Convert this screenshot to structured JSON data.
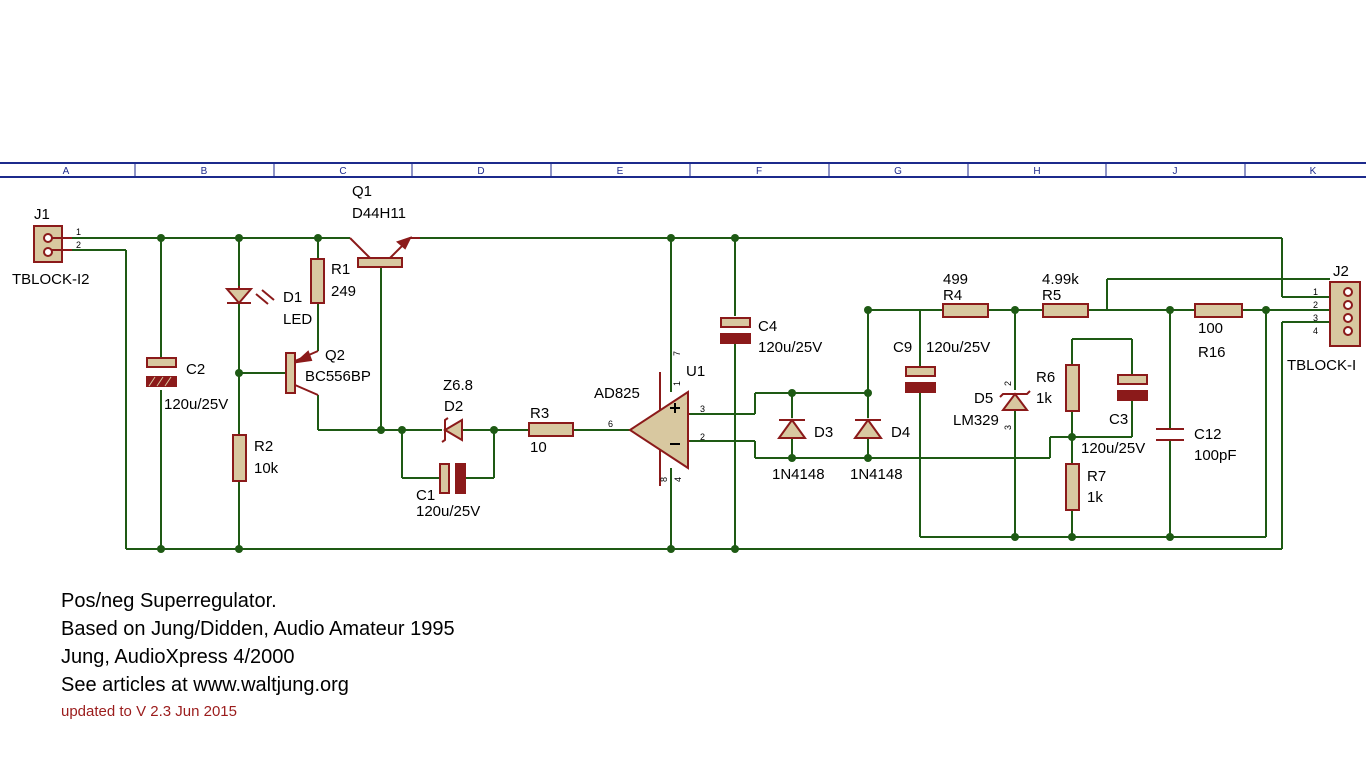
{
  "colors": {
    "wire": "#1e5a14",
    "part": "#8b1a1a",
    "fill": "#d8c8a0",
    "border": "#1c2a8c"
  },
  "columns": [
    "A",
    "B",
    "C",
    "D",
    "E",
    "F",
    "G",
    "H",
    "J",
    "K"
  ],
  "components": {
    "J1": {
      "ref": "J1",
      "type": "TBLOCK-I2",
      "pins": [
        "1",
        "2"
      ]
    },
    "J2": {
      "ref": "J2",
      "type": "TBLOCK-I",
      "pins": [
        "1",
        "2",
        "3",
        "4"
      ]
    },
    "Q1": {
      "ref": "Q1",
      "value": "D44H11"
    },
    "Q2": {
      "ref": "Q2",
      "value": "BC556BP"
    },
    "R1": {
      "ref": "R1",
      "value": "249"
    },
    "R2": {
      "ref": "R2",
      "value": "10k"
    },
    "R3": {
      "ref": "R3",
      "value": "10"
    },
    "R4": {
      "ref": "R4",
      "value": "499"
    },
    "R5": {
      "ref": "R5",
      "value": "4.99k"
    },
    "R6": {
      "ref": "R6",
      "value": "1k"
    },
    "R7": {
      "ref": "R7",
      "value": "1k"
    },
    "R16": {
      "ref": "R16",
      "value": "100"
    },
    "D1": {
      "ref": "D1",
      "value": "LED"
    },
    "D2": {
      "ref": "D2",
      "value": "Z6.8"
    },
    "D3": {
      "ref": "D3",
      "value": "1N4148"
    },
    "D4": {
      "ref": "D4",
      "value": "1N4148"
    },
    "D5": {
      "ref": "D5",
      "value": "LM329"
    },
    "C1": {
      "ref": "C1",
      "value": "120u/25V"
    },
    "C2": {
      "ref": "C2",
      "value": "120u/25V"
    },
    "C3": {
      "ref": "C3",
      "value": "120u/25V"
    },
    "C4": {
      "ref": "C4",
      "value": "120u/25V"
    },
    "C9": {
      "ref": "C9",
      "value": "120u/25V"
    },
    "C12": {
      "ref": "C12",
      "value": "100pF"
    },
    "U1": {
      "ref": "U1",
      "value": "AD825",
      "pins": [
        "1",
        "7",
        "8",
        "4",
        "3",
        "2",
        "6"
      ]
    },
    "D5pins": [
      "2",
      "3"
    ]
  },
  "notes": [
    "Pos/neg Superregulator.",
    "Based on Jung/Didden, Audio Amateur 1995",
    "Jung, AudioXpress 4/2000",
    "See articles at www.waltjung.org"
  ],
  "update_note": "updated to V 2.3 Jun 2015"
}
